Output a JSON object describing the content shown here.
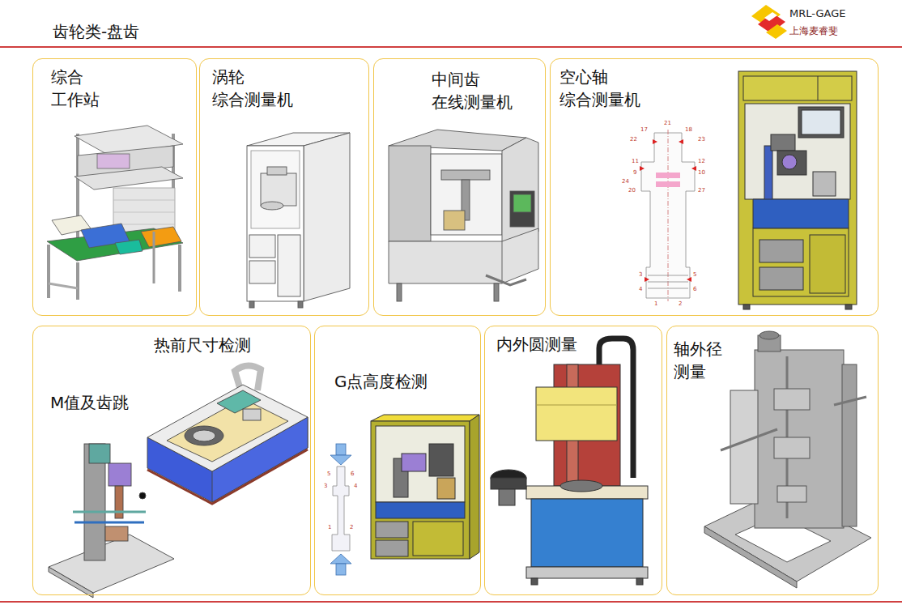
{
  "diagram": {
    "title": "齿轮类-盘齿",
    "nodes": [
      {
        "text": [
          "综合 工作站"
        ]
      },
      {
        "text": [
          "涡轮 综合测量机"
        ]
      },
      {
        "text": [
          "中间齿 在线测量机"
        ]
      },
      {
        "text": [
          "空心轴 综合测量机"
        ]
      },
      {
        "text": [
          "热前尺寸检测",
          "M值及齿跳"
        ]
      },
      {
        "text": [
          "G点高度检测"
        ]
      },
      {
        "text": [
          "内外圆测量"
        ]
      },
      {
        "text": [
          "轴外径 测量"
        ]
      }
    ],
    "labels": [
      "MRL-GAGE",
      "上海麦睿斐",
      "21",
      "17",
      "18",
      "22",
      "23",
      "11",
      "12",
      "9",
      "24",
      "20",
      "10",
      "27",
      "3",
      "4",
      "5",
      "6",
      "1",
      "2",
      "5",
      "6",
      "3",
      "4",
      "1",
      "2"
    ]
  }
}
